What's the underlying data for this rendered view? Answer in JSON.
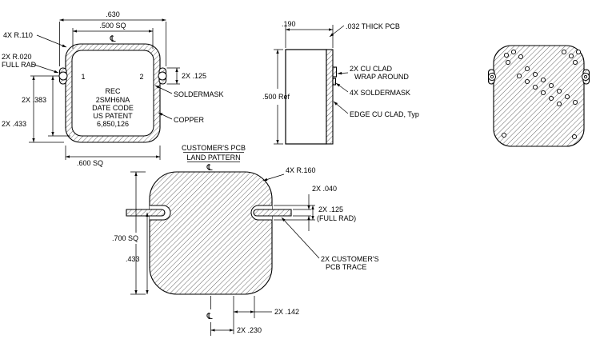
{
  "colors": {
    "ink": "#000000",
    "background": "#ffffff"
  },
  "package_top_view": {
    "dim_630": ".630",
    "dim_500_sq": ".500 SQ",
    "centerline": "℄",
    "callout_r110": "4X R.110",
    "callout_r020_l1": "2X R.020",
    "callout_r020_l2": "FULL RAD",
    "dim_383": "2X .383",
    "dim_433": "2X .433",
    "dim_600_sq": ".600 SQ",
    "dim_125": "2X .125",
    "label_soldermask": "SOLDERMASK",
    "label_copper": "COPPER",
    "pin1": "1",
    "pin2": "2",
    "marking": {
      "l1": "REC",
      "l2": "2SMH6NA",
      "l3": "DATE CODE",
      "l4": "US PATENT",
      "l5": "6,850,126"
    }
  },
  "side_view": {
    "dim_190": ".190",
    "callout_thick_pcb": ".032 THICK PCB",
    "dim_500_ref": ".500 Ref",
    "callout_cuclad_l1": "2X CU CLAD",
    "callout_cuclad_l2": "WRAP AROUND",
    "callout_soldermask": "4X SOLDERMASK",
    "callout_edge_clad": "EDGE CU CLAD, Typ"
  },
  "land_pattern": {
    "title_l1": "CUSTOMER'S PCB",
    "title_l2": "LAND PATTERN",
    "centerline_top": "℄",
    "centerline_bottom": "℄",
    "callout_r160": "4X R.160",
    "dim_040": "2X .040",
    "dim_125_l1": "2X .125",
    "dim_125_l2": "(FULL RAD)",
    "dim_700_sq": ".700 SQ",
    "dim_433": ".433",
    "callout_trace_l1": "2X CUSTOMER'S",
    "callout_trace_l2": "PCB TRACE",
    "dim_142": "2X .142",
    "dim_230": "2X .230"
  }
}
